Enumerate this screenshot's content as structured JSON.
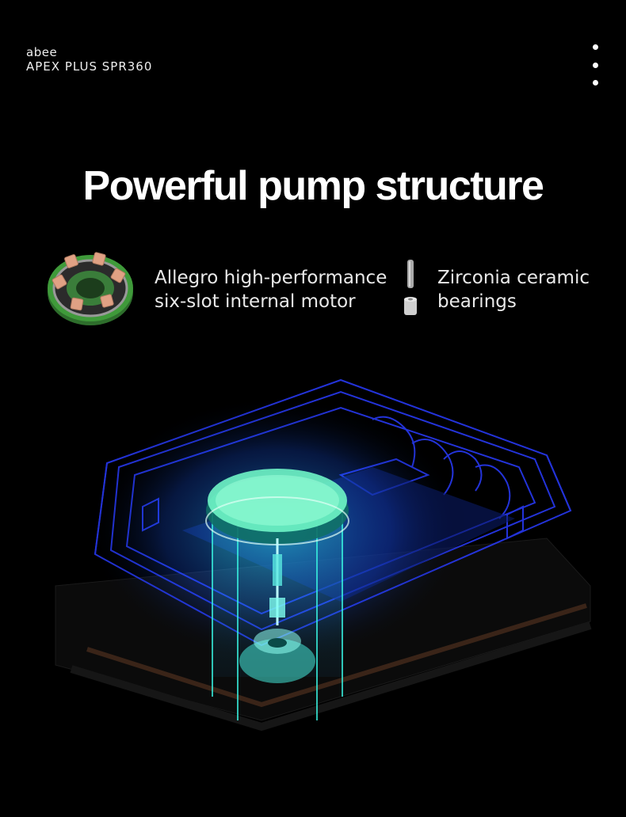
{
  "header": {
    "brand": "abee",
    "model": "APEX PLUS SPR360"
  },
  "title": "Powerful pump structure",
  "features": [
    {
      "line1": "Allegro high-performance",
      "line2": "six-slot internal motor",
      "icon": "motor-icon"
    },
    {
      "line1": "Zirconia ceramic",
      "line2": "bearings",
      "icon": "bearing-icon"
    }
  ],
  "colors": {
    "background": "#000000",
    "accent_blue": "#2a3cff",
    "accent_cyan": "#28e6e0",
    "motor_green": "#3f9a3a",
    "coil_copper": "#e0a184"
  }
}
